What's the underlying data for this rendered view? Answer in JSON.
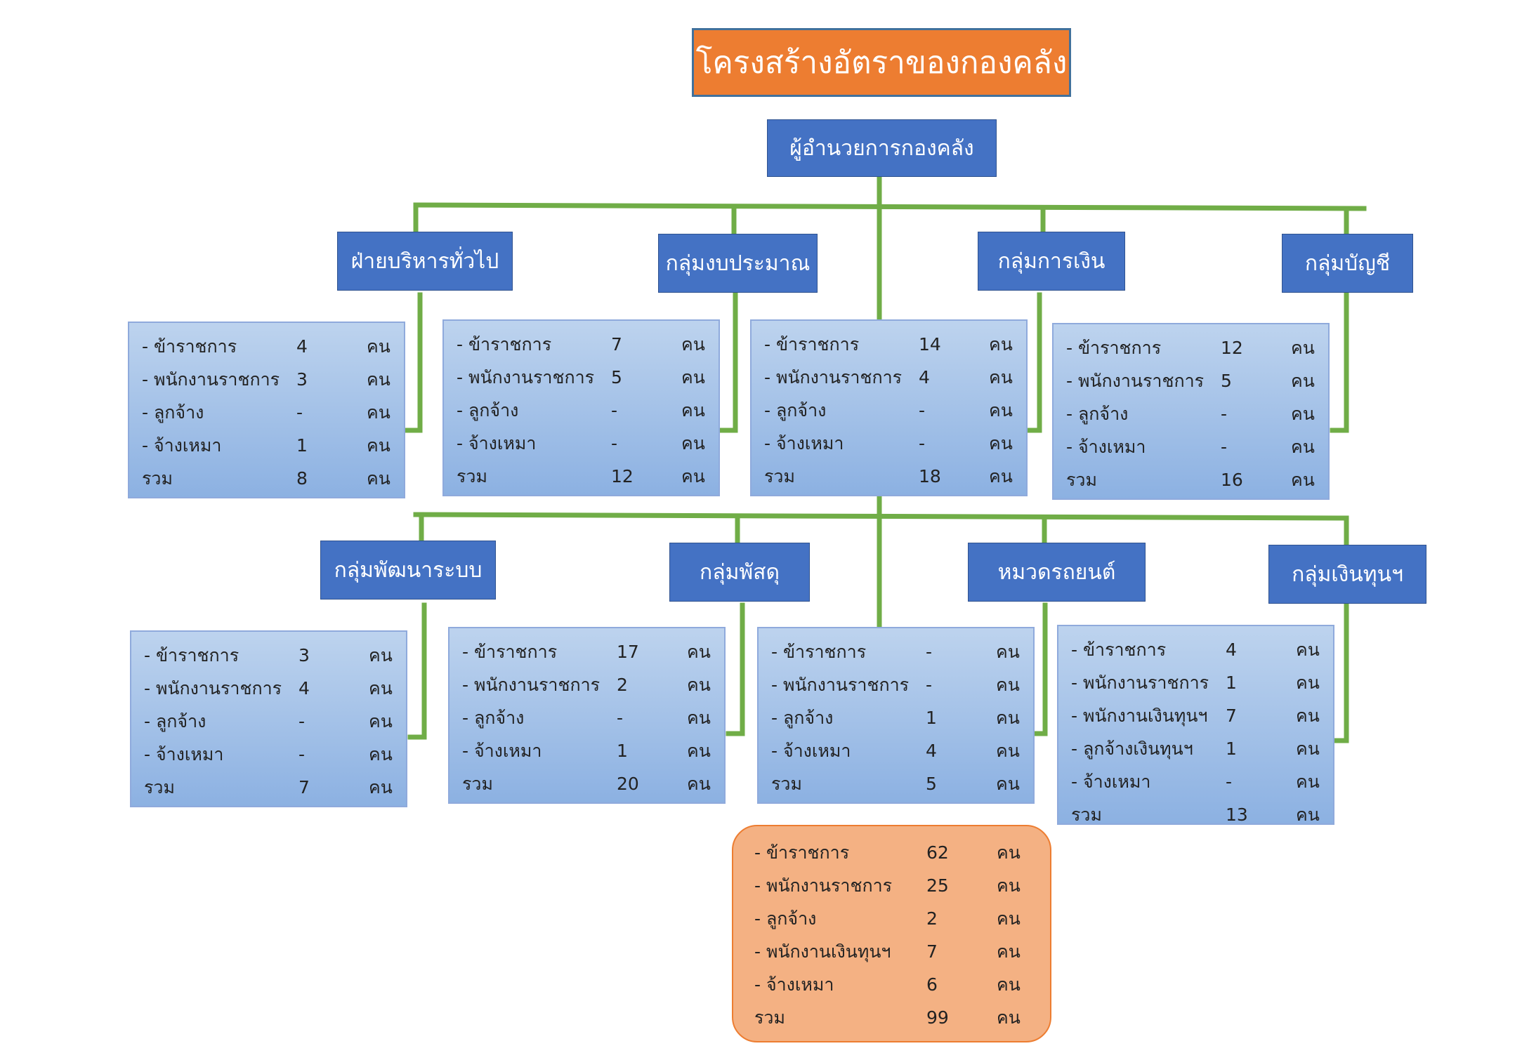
{
  "title": "โครงสร้างอัตราของกองคลัง",
  "director": "ผู้อำนวยการกองคลัง",
  "colors": {
    "title_bg": "#ED7D31",
    "node_bg": "#4472C4",
    "connector": "#70AD47",
    "summary_bg": "#F4B183"
  },
  "units": [
    {
      "name": "ฝ่ายบริหารทั่วไป",
      "rows": [
        {
          "label": "- ข้าราชการ",
          "value": "4",
          "unit": "คน"
        },
        {
          "label": "- พนักงานราชการ",
          "value": "3",
          "unit": "คน"
        },
        {
          "label": "- ลูกจ้าง",
          "value": "-",
          "unit": "คน"
        },
        {
          "label": "- จ้างเหมา",
          "value": "1",
          "unit": "คน"
        },
        {
          "label": "รวม",
          "value": "8",
          "unit": "คน"
        }
      ]
    },
    {
      "name": "กลุ่มงบประมาณ",
      "rows": [
        {
          "label": "- ข้าราชการ",
          "value": "7",
          "unit": "คน"
        },
        {
          "label": "- พนักงานราชการ",
          "value": "5",
          "unit": "คน"
        },
        {
          "label": "- ลูกจ้าง",
          "value": "-",
          "unit": "คน"
        },
        {
          "label": "- จ้างเหมา",
          "value": "-",
          "unit": "คน"
        },
        {
          "label": "รวม",
          "value": "12",
          "unit": "คน"
        }
      ]
    },
    {
      "name": "กลุ่มการเงิน",
      "rows": [
        {
          "label": "- ข้าราชการ",
          "value": "14",
          "unit": "คน"
        },
        {
          "label": "- พนักงานราชการ",
          "value": "4",
          "unit": "คน"
        },
        {
          "label": "- ลูกจ้าง",
          "value": "-",
          "unit": "คน"
        },
        {
          "label": "- จ้างเหมา",
          "value": "-",
          "unit": "คน"
        },
        {
          "label": "รวม",
          "value": "18",
          "unit": "คน"
        }
      ]
    },
    {
      "name": "กลุ่มบัญชี",
      "rows": [
        {
          "label": "- ข้าราชการ",
          "value": "12",
          "unit": "คน"
        },
        {
          "label": "- พนักงานราชการ",
          "value": "5",
          "unit": "คน"
        },
        {
          "label": "- ลูกจ้าง",
          "value": "-",
          "unit": "คน"
        },
        {
          "label": "- จ้างเหมา",
          "value": "-",
          "unit": "คน"
        },
        {
          "label": "รวม",
          "value": "16",
          "unit": "คน"
        }
      ]
    },
    {
      "name": "กลุ่มพัฒนาระบบ",
      "rows": [
        {
          "label": "- ข้าราชการ",
          "value": "3",
          "unit": "คน"
        },
        {
          "label": "- พนักงานราชการ",
          "value": "4",
          "unit": "คน"
        },
        {
          "label": "- ลูกจ้าง",
          "value": "-",
          "unit": "คน"
        },
        {
          "label": "- จ้างเหมา",
          "value": "-",
          "unit": "คน"
        },
        {
          "label": "รวม",
          "value": "7",
          "unit": "คน"
        }
      ]
    },
    {
      "name": "กลุ่มพัสดุ",
      "rows": [
        {
          "label": "- ข้าราชการ",
          "value": "17",
          "unit": "คน"
        },
        {
          "label": "- พนักงานราชการ",
          "value": "2",
          "unit": "คน"
        },
        {
          "label": "- ลูกจ้าง",
          "value": "-",
          "unit": "คน"
        },
        {
          "label": "- จ้างเหมา",
          "value": "1",
          "unit": "คน"
        },
        {
          "label": "รวม",
          "value": "20",
          "unit": "คน"
        }
      ]
    },
    {
      "name": "หมวดรถยนต์",
      "rows": [
        {
          "label": "- ข้าราชการ",
          "value": "-",
          "unit": "คน"
        },
        {
          "label": "- พนักงานราชการ",
          "value": "-",
          "unit": "คน"
        },
        {
          "label": "- ลูกจ้าง",
          "value": "1",
          "unit": "คน"
        },
        {
          "label": "- จ้างเหมา",
          "value": "4",
          "unit": "คน"
        },
        {
          "label": "รวม",
          "value": "5",
          "unit": "คน"
        }
      ]
    },
    {
      "name": "กลุ่มเงินทุนฯ",
      "rows": [
        {
          "label": "- ข้าราชการ",
          "value": "4",
          "unit": "คน"
        },
        {
          "label": "- พนักงานราชการ",
          "value": "1",
          "unit": "คน"
        },
        {
          "label": "- พนักงานเงินทุนฯ",
          "value": "7",
          "unit": "คน"
        },
        {
          "label": "- ลูกจ้างเงินทุนฯ",
          "value": "1",
          "unit": "คน"
        },
        {
          "label": "- จ้างเหมา",
          "value": "-",
          "unit": "คน"
        },
        {
          "label": "รวม",
          "value": "13",
          "unit": "คน"
        }
      ]
    }
  ],
  "summary": [
    {
      "label": "- ข้าราชการ",
      "value": "62",
      "unit": "คน"
    },
    {
      "label": "- พนักงานราชการ",
      "value": "25",
      "unit": "คน"
    },
    {
      "label": "- ลูกจ้าง",
      "value": "2",
      "unit": "คน"
    },
    {
      "label": "- พนักงานเงินทุนฯ",
      "value": "7",
      "unit": "คน"
    },
    {
      "label": "- จ้างเหมา",
      "value": "6",
      "unit": "คน"
    },
    {
      "label": "รวม",
      "value": "99",
      "unit": "คน"
    }
  ]
}
